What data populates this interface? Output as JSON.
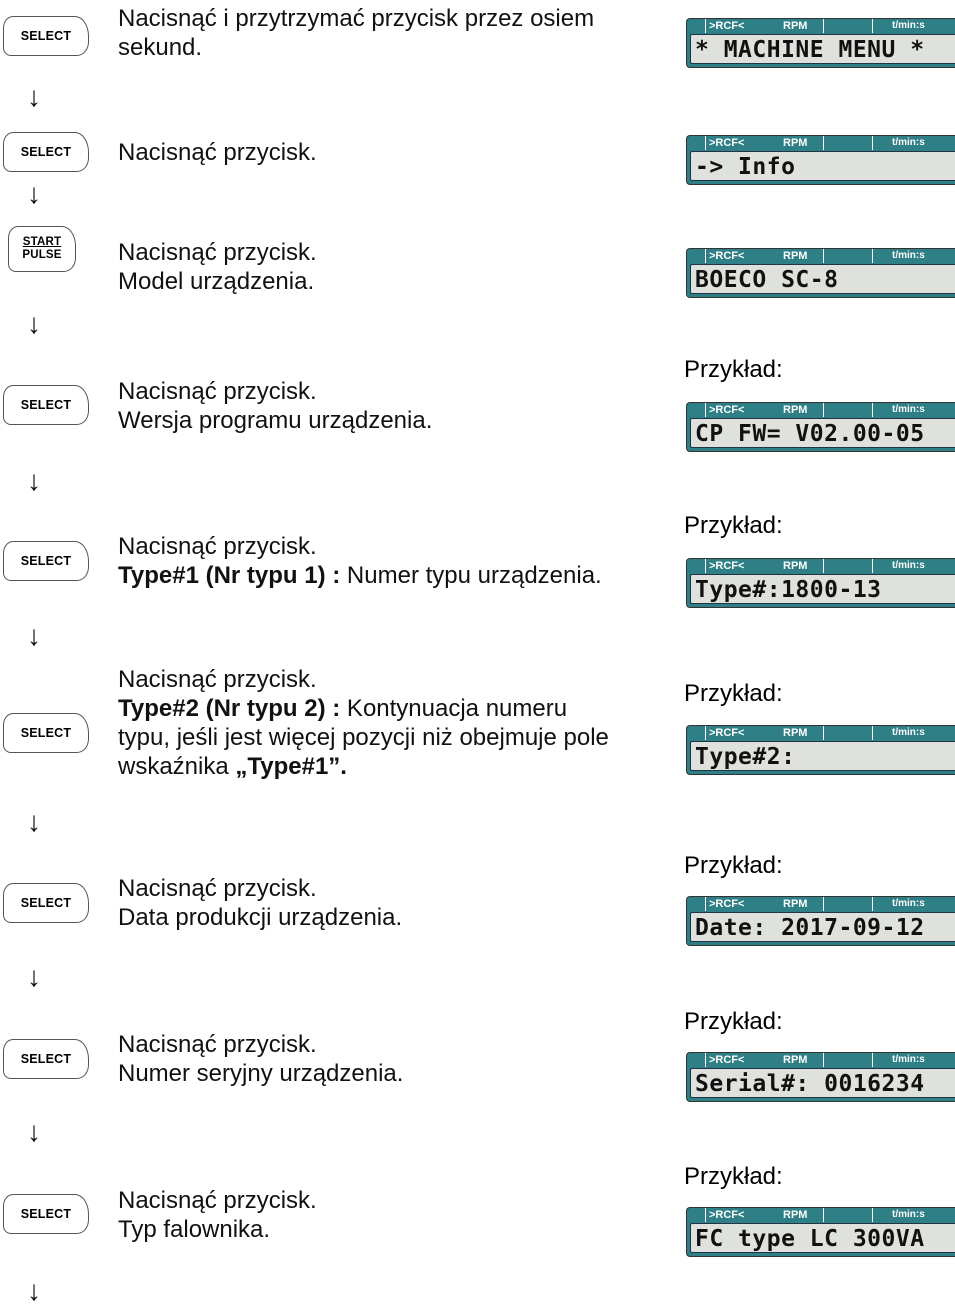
{
  "steps": [
    {
      "button": "SELECT",
      "line1": "Nacisnąć i przytrzymać przycisk przez osiem",
      "line2": "sekund."
    },
    {
      "button": "SELECT",
      "line1": "Nacisnąć przycisk."
    },
    {
      "button_top": "START",
      "button_bottom": "PULSE",
      "line1": "Nacisnąć przycisk.",
      "line2": "Model urządzenia."
    },
    {
      "button": "SELECT",
      "line1": "Nacisnąć przycisk.",
      "line2": "Wersja programu urządzenia."
    },
    {
      "button": "SELECT",
      "line1": "Nacisnąć przycisk.",
      "line2_bold": "Type#1 (Nr typu 1) :",
      "line2_rest": " Numer typu urządzenia."
    },
    {
      "button": "SELECT",
      "line1": "Nacisnąć przycisk.",
      "line2_bold": "Type#2 (Nr typu 2) :",
      "line2_rest": " Kontynuacja numeru",
      "line3": "typu, jeśli jest więcej pozycji niż obejmuje pole",
      "line4_start": "wskaźnika ",
      "line4_bold": "„Type#1”."
    },
    {
      "button": "SELECT",
      "line1": "Nacisnąć przycisk.",
      "line2": "Data produkcji urządzenia."
    },
    {
      "button": "SELECT",
      "line1": "Nacisnąć przycisk.",
      "line2": "Numer seryjny urządzenia."
    },
    {
      "button": "SELECT",
      "line1": "Nacisnąć przycisk.",
      "line2": "Typ falownika."
    }
  ],
  "arrow_symbol": "↓",
  "example_label": "Przykład:",
  "lcd_header": {
    "rcf": ">RCF<",
    "rpm": "RPM",
    "time": "t/min:s"
  },
  "displays": [
    "* MACHINE MENU *",
    "-> Info",
    "BOECO SC-8",
    "CP FW= V02.00-05",
    "Type#:1800-13",
    "Type#2:",
    "Date: 2017-09-12",
    "Serial#: 0016234",
    "FC type LC 300VA"
  ]
}
